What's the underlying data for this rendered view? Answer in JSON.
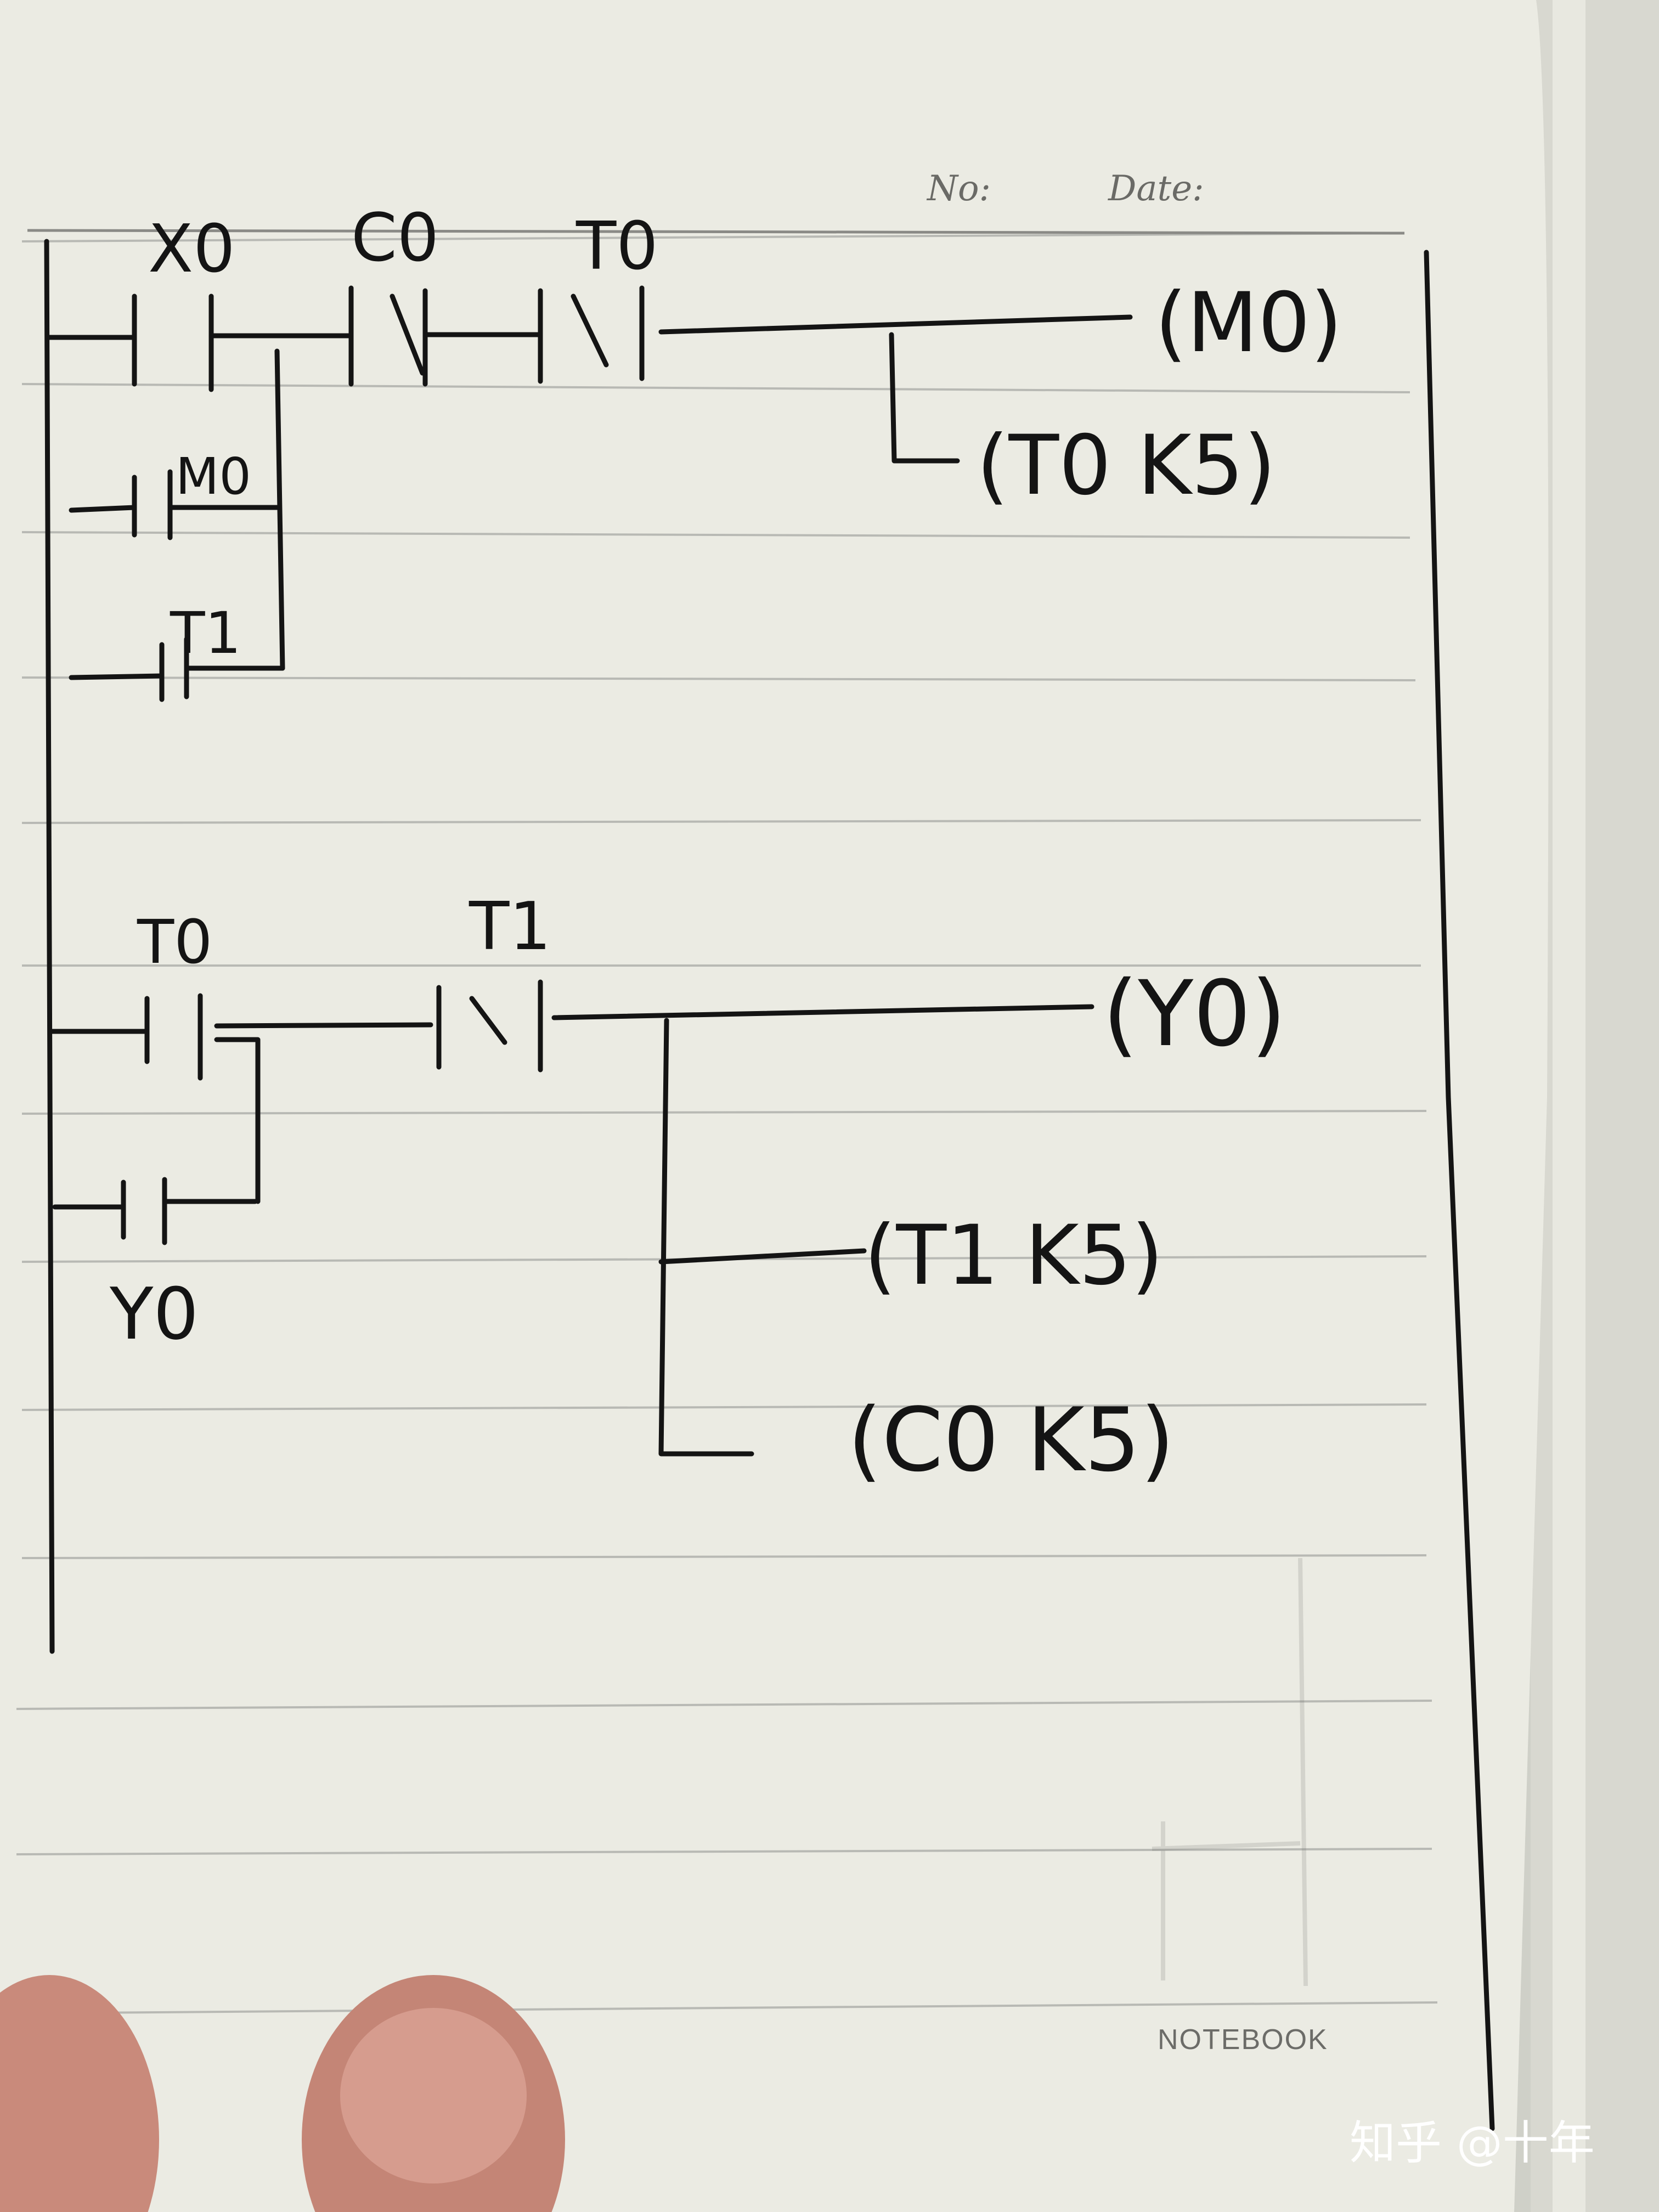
{
  "notebook": {
    "header": {
      "no_label": "No:",
      "date_label": "Date:"
    },
    "footer_brand": "NOTEBOOK"
  },
  "diagram": {
    "rung1": {
      "contacts": [
        {
          "id": "c-x0",
          "label": "X0",
          "type": "no"
        },
        {
          "id": "c-c0",
          "label": "C0",
          "type": "nc"
        },
        {
          "id": "c-t0",
          "label": "T0",
          "type": "nc"
        },
        {
          "id": "c-m0",
          "label": "M0",
          "type": "no"
        },
        {
          "id": "c-t1",
          "label": "T1",
          "type": "no"
        }
      ],
      "outputs": [
        {
          "id": "o-m0",
          "label": "(M0)"
        },
        {
          "id": "o-t0",
          "label": "(T0 K5)"
        }
      ]
    },
    "rung2": {
      "contacts": [
        {
          "id": "c2-t0",
          "label": "T0",
          "type": "no"
        },
        {
          "id": "c2-t1",
          "label": "T1",
          "type": "nc"
        },
        {
          "id": "c2-y0",
          "label": "Y0",
          "type": "no"
        }
      ],
      "outputs": [
        {
          "id": "o2-y0",
          "label": "(Y0)"
        },
        {
          "id": "o2-t1",
          "label": "(T1 K5)"
        },
        {
          "id": "o2-c0",
          "label": "(C0 K5)"
        }
      ]
    }
  },
  "watermark": "知乎 @十年"
}
